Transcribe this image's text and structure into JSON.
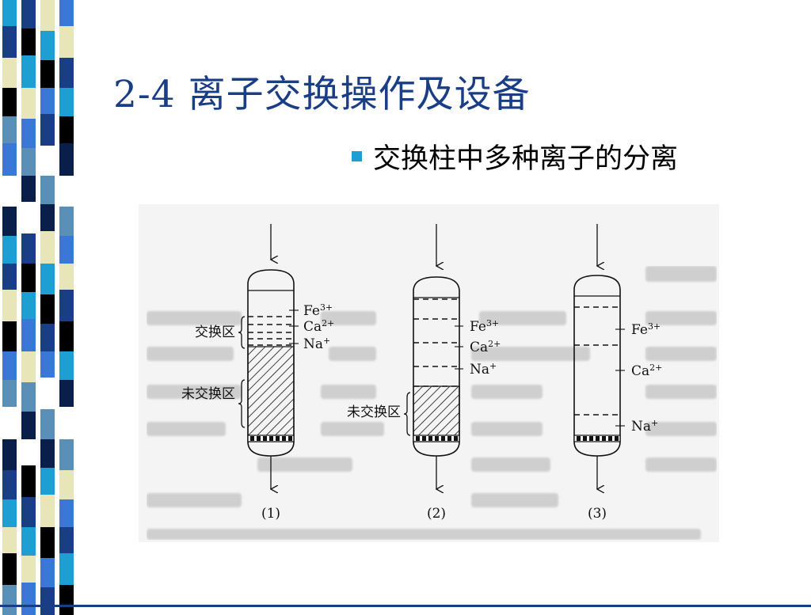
{
  "slide": {
    "title": "2-4 离子交换操作及设备",
    "bullet": "交换柱中多种离子的分离"
  },
  "diagram": {
    "columns": [
      {
        "caption": "(1)",
        "ions": [
          {
            "symbol": "Fe",
            "charge": "3+"
          },
          {
            "symbol": "Ca",
            "charge": "2+"
          },
          {
            "symbol": "Na",
            "charge": "+"
          }
        ],
        "zone_labels": [
          "交换区",
          "未交换区"
        ]
      },
      {
        "caption": "(2)",
        "ions": [
          {
            "symbol": "Fe",
            "charge": "3+"
          },
          {
            "symbol": "Ca",
            "charge": "2+"
          },
          {
            "symbol": "Na",
            "charge": "+"
          }
        ],
        "zone_labels": [
          "未交换区"
        ]
      },
      {
        "caption": "(3)",
        "ions": [
          {
            "symbol": "Fe",
            "charge": "3+"
          },
          {
            "symbol": "Ca",
            "charge": "2+"
          },
          {
            "symbol": "Na",
            "charge": "+"
          }
        ],
        "zone_labels": []
      }
    ]
  },
  "colors": {
    "title": "#1a3e86",
    "bullet": "#1e9fd4",
    "strip": [
      "#1e9fd4",
      "#1a3e86",
      "#e8e6b8",
      "#000000",
      "#5a8fb8",
      "#ffffff",
      "#3a78d8",
      "#0a1e4a"
    ]
  }
}
